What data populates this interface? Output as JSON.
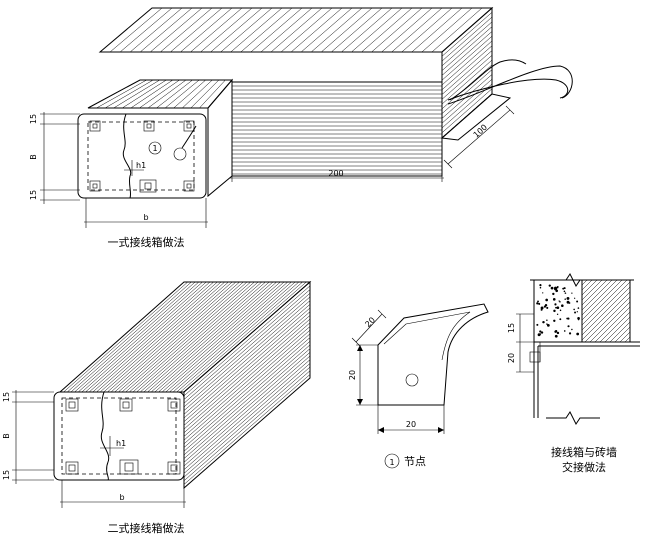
{
  "labels": {
    "caption_type1": "一式接线箱做法",
    "caption_type2": "二式接线箱做法",
    "caption_node": "节点",
    "caption_wall_1": "接线箱与砖墙",
    "caption_wall_2": "交接做法",
    "node_marker": "1"
  },
  "dims": {
    "d15": "15",
    "dB": "B",
    "db": "b",
    "dh1": "h1",
    "d200": "200",
    "d100": "100",
    "d20": "20"
  }
}
